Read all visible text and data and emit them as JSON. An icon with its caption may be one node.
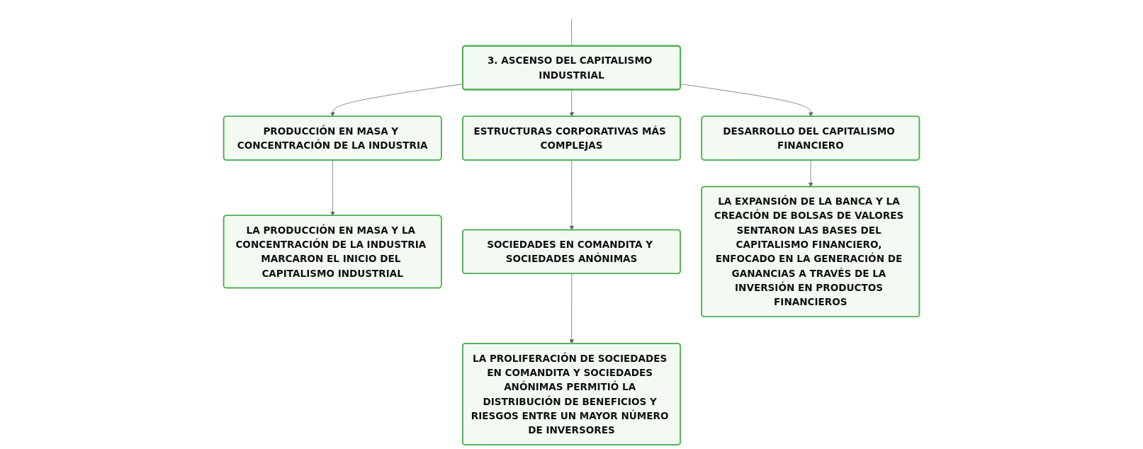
{
  "diagram": {
    "nodes": [
      {
        "text": [
          "3. ASCENSO DEL CAPITALISMO INDUSTRIAL"
        ]
      },
      {
        "text": [
          "PRODUCCIÓN EN MASA Y CONCENTRACIÓN DE LA INDUSTRIA"
        ]
      },
      {
        "text": [
          "ESTRUCTURAS CORPORATIVAS MÁS COMPLEJAS"
        ]
      },
      {
        "text": [
          "DESARROLLO DEL CAPITALISMO FINANCIERO"
        ]
      },
      {
        "text": [
          "LA PRODUCCIÓN EN MASA Y LA CONCENTRACIÓN DE LA INDUSTRIA MARCARON EL INICIO DEL CAPITALISMO INDUSTRIAL"
        ]
      },
      {
        "text": [
          "SOCIEDADES EN COMANDITA Y SOCIEDADES ANÓNIMAS"
        ]
      },
      {
        "text": [
          "LA PROLIFERACIÓN DE SOCIEDADES EN COMANDITA Y SOCIEDADES ANÓNIMAS PERMITIÓ LA DISTRIBUCIÓN DE BENEFICIOS Y RIESGOS ENTRE UN MAYOR NÚMERO DE INVERSORES"
        ]
      },
      {
        "text": [
          "LA EXPANSIÓN DE LA BANCA Y LA CREACIÓN DE BOLSAS DE VALORES SENTARON LAS BASES DEL CAPITALISMO FINANCIERO, ENFOCADO EN LA GENERACIÓN DE GANANCIAS A TRAVÉS DE LA INVERSIÓN EN PRODUCTOS FINANCIEROS"
        ]
      }
    ],
    "edges": [
      {
        "from": null,
        "to": 0,
        "arrow": "none"
      },
      {
        "from": 0,
        "to": 1,
        "arrow": "to"
      },
      {
        "from": 0,
        "to": 2,
        "arrow": "to"
      },
      {
        "from": 0,
        "to": 3,
        "arrow": "to"
      },
      {
        "from": 1,
        "to": 4,
        "arrow": "to"
      },
      {
        "from": 2,
        "to": 5,
        "arrow": "to"
      },
      {
        "from": 5,
        "to": 6,
        "arrow": "to"
      },
      {
        "from": 3,
        "to": 7,
        "arrow": "to"
      }
    ]
  }
}
